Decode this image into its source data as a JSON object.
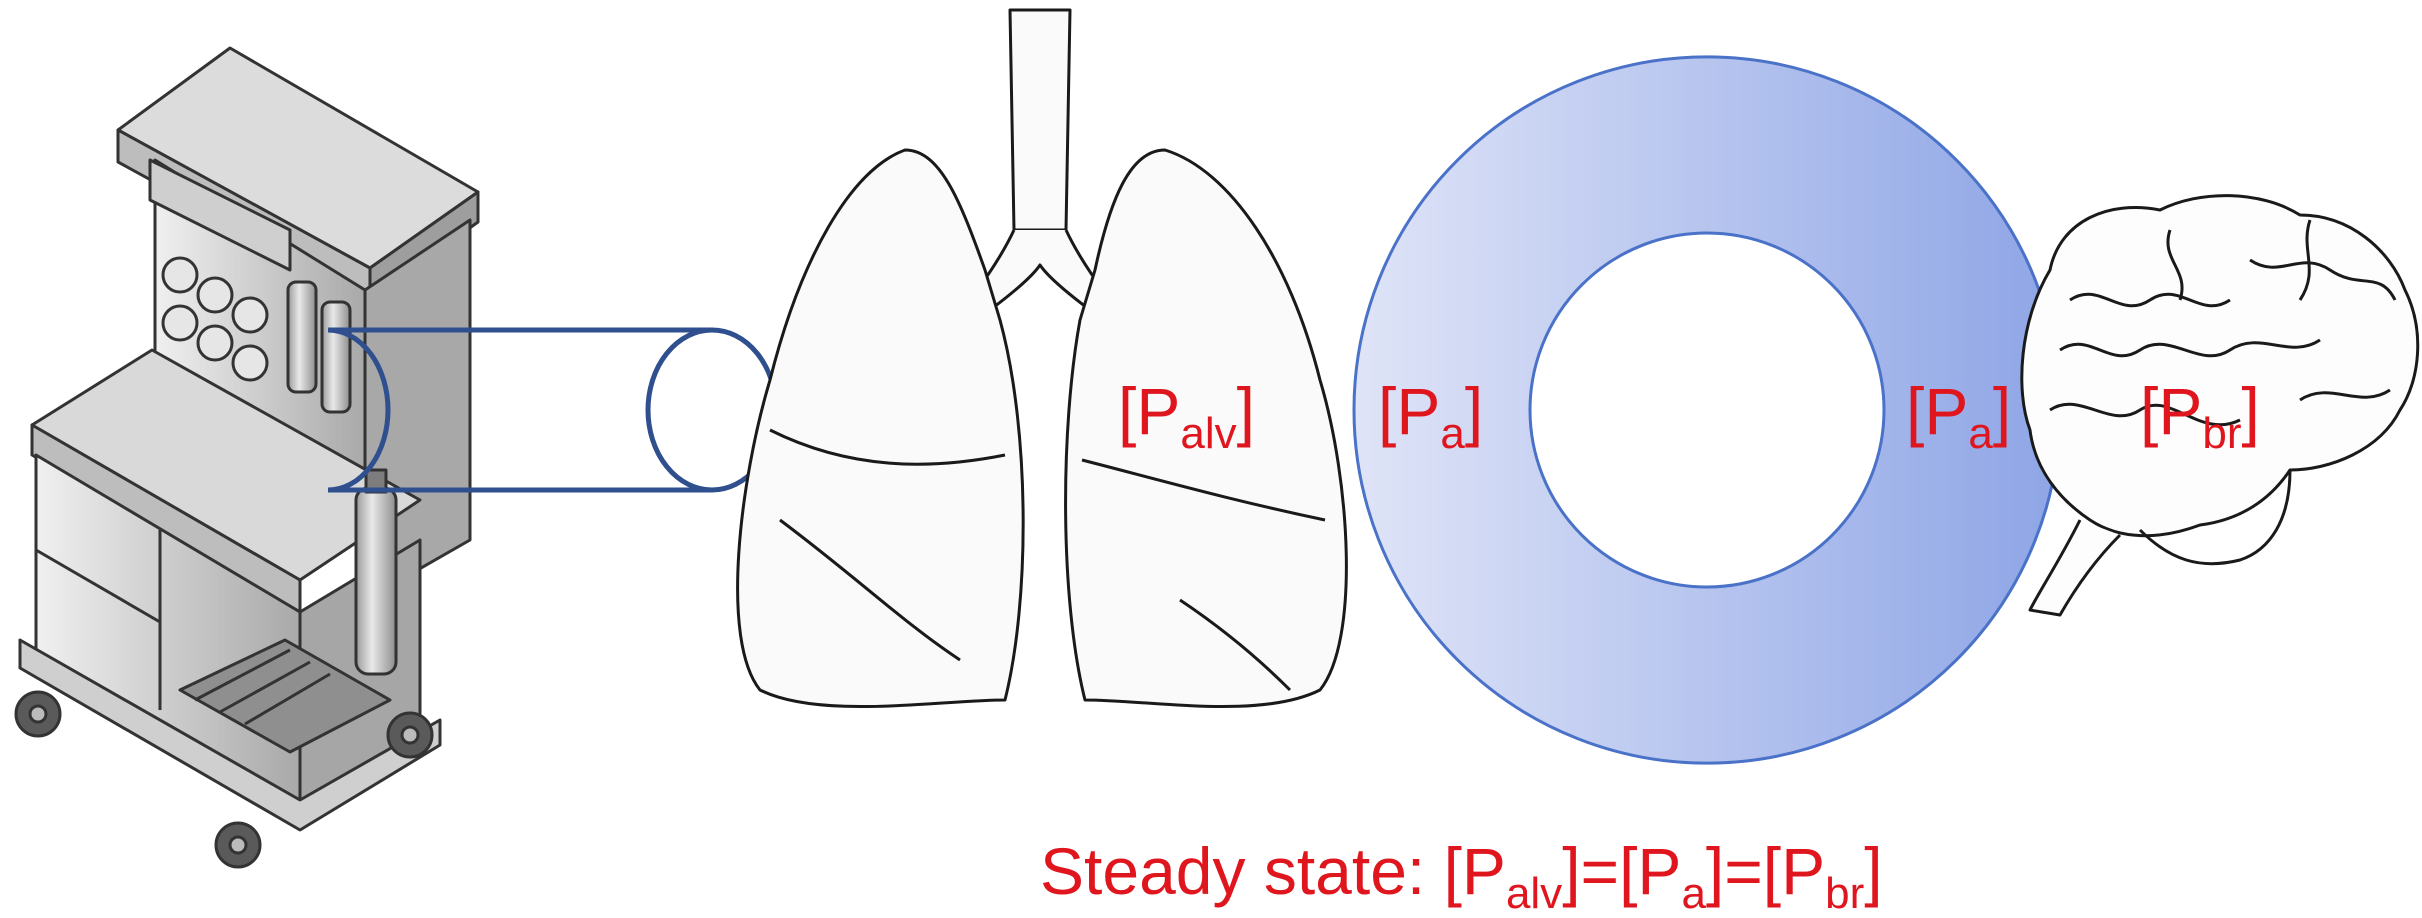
{
  "labels": {
    "alveolar": {
      "main": "[P",
      "sub": "alv",
      "close": "]"
    },
    "arterial_left": {
      "main": "[P",
      "sub": "a",
      "close": "]"
    },
    "arterial_right": {
      "main": "[P",
      "sub": "a",
      "close": "]"
    },
    "brain": {
      "main": "[P",
      "sub": "br",
      "close": "]"
    }
  },
  "steady_state": {
    "prefix": "Steady state: [P",
    "sub1": "alv",
    "mid1": "]=[P",
    "sub2": "a",
    "mid2": "]=[P",
    "sub3": "br",
    "end": "]"
  },
  "colors": {
    "label": "#e0161e",
    "tube_stroke": "#2f4f8f",
    "ring_light": "#d9dff5",
    "ring_dark": "#8ea5e6",
    "ring_stroke": "#4a72c8"
  }
}
